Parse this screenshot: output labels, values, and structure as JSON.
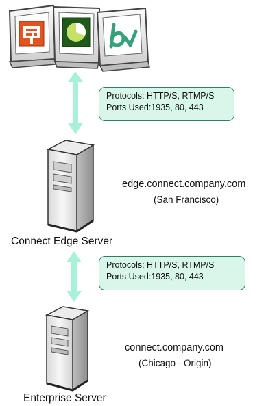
{
  "clients": [
    {
      "icon": "presentation-app-icon"
    },
    {
      "icon": "pie-chart-app-icon"
    },
    {
      "icon": "b-logo-app-icon"
    }
  ],
  "links": [
    {
      "protocols": "Protocols: HTTP/S, RTMP/S",
      "ports": "Ports Used:1935, 80, 443"
    },
    {
      "protocols": "Protocols: HTTP/S, RTMP/S",
      "ports": "Ports Used:1935, 80, 443"
    }
  ],
  "edge": {
    "host": "edge.connect.company.com",
    "location": "(San Francisco)",
    "caption": "Connect Edge Server"
  },
  "origin": {
    "host": "connect.company.com",
    "location": "(Chicago - Origin)",
    "caption": "Enterprise Server"
  },
  "colors": {
    "arrow": "#a8f0d8",
    "callout_fill": "#d8f6ea",
    "callout_border": "#2f7d62",
    "monitor_frame": "#e8e8e8",
    "server_body": "#f2f2f2"
  }
}
